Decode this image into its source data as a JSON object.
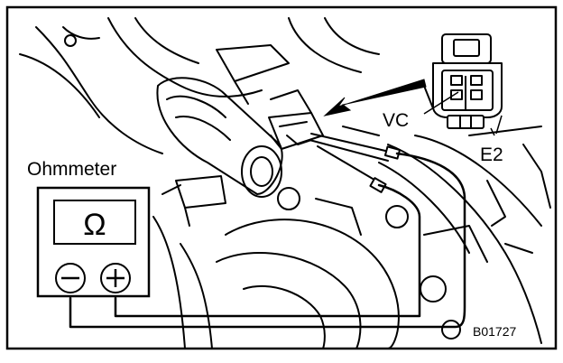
{
  "labels": {
    "meter": "Ohmmeter",
    "terminal_vc": "VC",
    "terminal_e2": "E2",
    "figure_code": "B01727",
    "ohm_symbol": "Ω"
  },
  "icons": {
    "minus_terminal": "minus-terminal-icon",
    "plus_terminal": "plus-terminal-icon"
  },
  "colors": {
    "ink": "#000000",
    "paper": "#ffffff"
  }
}
